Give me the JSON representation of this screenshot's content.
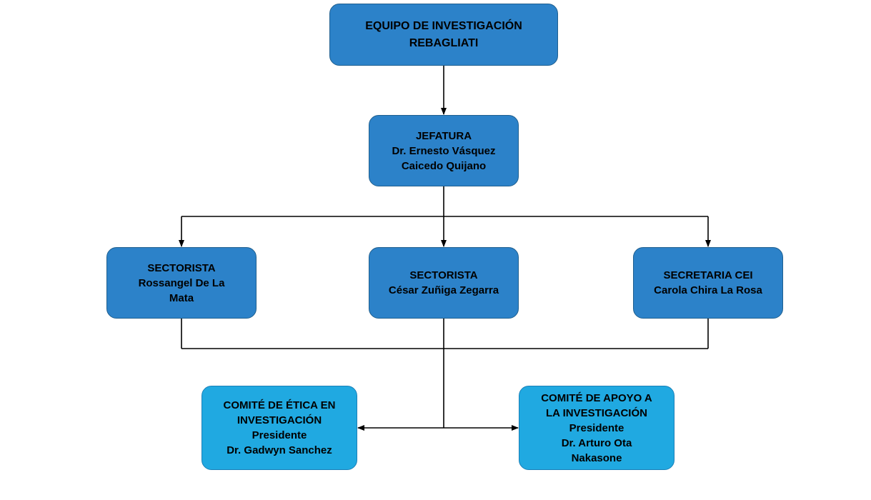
{
  "root": {
    "lines": [
      "EQUIPO DE INVESTIGACIÓN",
      "REBAGLIATI"
    ]
  },
  "jefatura": {
    "lines": [
      "JEFATURA",
      "Dr. Ernesto Vásquez",
      "Caicedo Quijano"
    ]
  },
  "sectorista_1": {
    "lines": [
      "SECTORISTA",
      "Rossangel De La",
      "Mata"
    ]
  },
  "sectorista_2": {
    "lines": [
      "SECTORISTA",
      "César Zuñiga Zegarra"
    ]
  },
  "secretaria": {
    "lines": [
      "SECRETARIA CEI",
      "Carola Chira La Rosa"
    ]
  },
  "comite_etica": {
    "lines": [
      "COMITÉ DE ÉTICA EN",
      "INVESTIGACIÓN",
      "Presidente",
      "Dr. Gadwyn Sanchez"
    ]
  },
  "comite_apoyo": {
    "lines": [
      "COMITÉ DE APOYO A",
      "LA INVESTIGACIÓN",
      "Presidente",
      "Dr. Arturo Ota",
      "Nakasone"
    ]
  },
  "colors": {
    "box_dark": "#2c82c9",
    "box_light": "#20a9e1",
    "connector": "#000000"
  }
}
